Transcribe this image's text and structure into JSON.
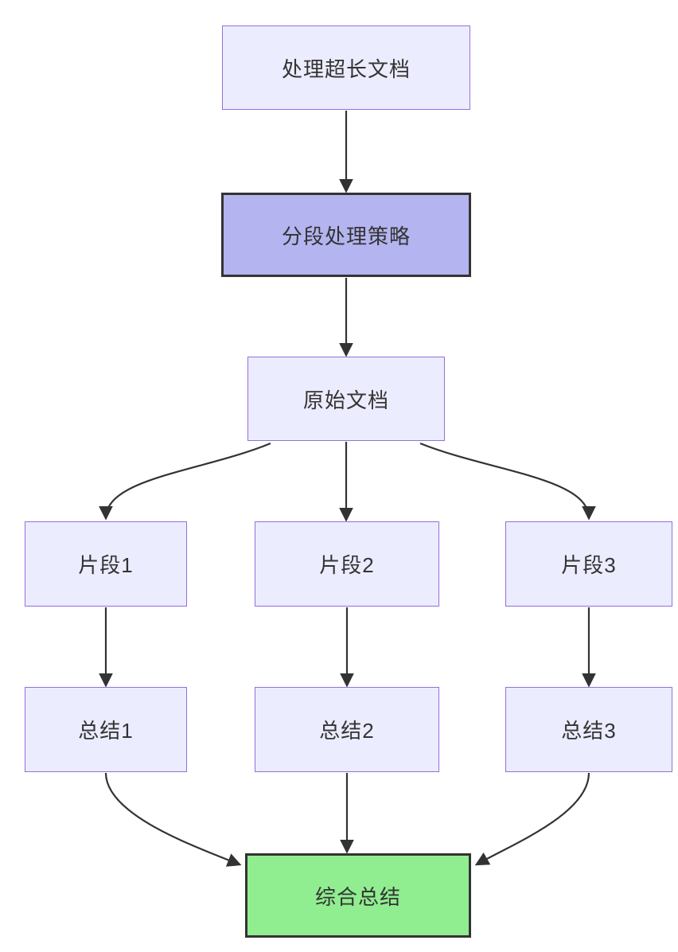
{
  "diagram": {
    "type": "flowchart",
    "direction": "top-down",
    "nodes": [
      {
        "id": "start",
        "label": "处理超长文档",
        "style": "lavender"
      },
      {
        "id": "strategy",
        "label": "分段处理策略",
        "style": "highlight-purple"
      },
      {
        "id": "source",
        "label": "原始文档",
        "style": "lavender"
      },
      {
        "id": "chunk1",
        "label": "片段1",
        "style": "lavender"
      },
      {
        "id": "chunk2",
        "label": "片段2",
        "style": "lavender"
      },
      {
        "id": "chunk3",
        "label": "片段3",
        "style": "lavender"
      },
      {
        "id": "summary1",
        "label": "总结1",
        "style": "lavender"
      },
      {
        "id": "summary2",
        "label": "总结2",
        "style": "lavender"
      },
      {
        "id": "summary3",
        "label": "总结3",
        "style": "lavender"
      },
      {
        "id": "final",
        "label": "综合总结",
        "style": "highlight-green"
      }
    ],
    "edges": [
      {
        "from": "start",
        "to": "strategy"
      },
      {
        "from": "strategy",
        "to": "source"
      },
      {
        "from": "source",
        "to": "chunk1"
      },
      {
        "from": "source",
        "to": "chunk2"
      },
      {
        "from": "source",
        "to": "chunk3"
      },
      {
        "from": "chunk1",
        "to": "summary1"
      },
      {
        "from": "chunk2",
        "to": "summary2"
      },
      {
        "from": "chunk3",
        "to": "summary3"
      },
      {
        "from": "summary1",
        "to": "final"
      },
      {
        "from": "summary2",
        "to": "final"
      },
      {
        "from": "summary3",
        "to": "final"
      }
    ],
    "colors": {
      "background": "#FFFFFF",
      "node_fill": "#ECECFF",
      "node_border": "#9370DB",
      "highlight_purple_fill": "#B4B4F0",
      "highlight_green_fill": "#90EE90",
      "highlight_border": "#333333",
      "edge_stroke": "#333333",
      "text": "#333333"
    }
  }
}
